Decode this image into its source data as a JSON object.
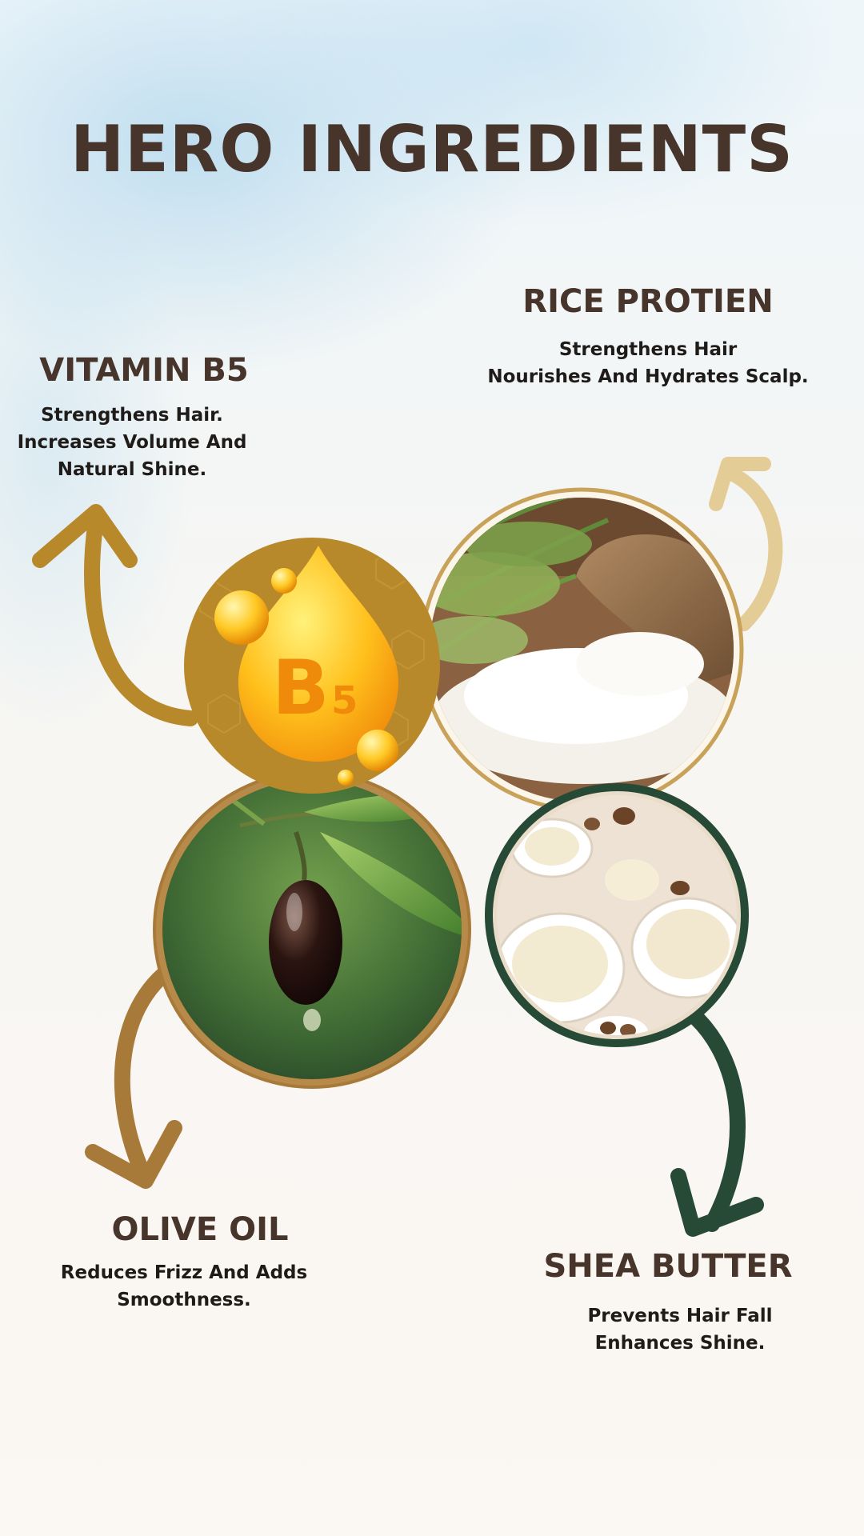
{
  "page": {
    "title": "HERO INGREDIENTS"
  },
  "ingredients": {
    "vitamin_b5": {
      "name": "VITAMIN B5",
      "lines": [
        "Strengthens Hair.",
        "Increases Volume And",
        "Natural Shine."
      ],
      "badge": "B",
      "badge_sub": "5"
    },
    "rice_protein": {
      "name": "RICE PROTIEN",
      "lines": [
        "Strengthens Hair",
        "Nourishes And Hydrates Scalp."
      ]
    },
    "olive_oil": {
      "name": "OLIVE OIL",
      "lines": [
        "Reduces Frizz And Adds",
        "Smoothness."
      ]
    },
    "shea_butter": {
      "name": "SHEA BUTTER",
      "lines": [
        "Prevents Hair Fall",
        "Enhances Shine."
      ]
    }
  },
  "colors": {
    "heading": "#47342a",
    "text": "#1e1b19",
    "gold": "#b8892b",
    "bronze": "#a87a3a",
    "sand": "#e4cc96",
    "forest": "#264a36"
  }
}
